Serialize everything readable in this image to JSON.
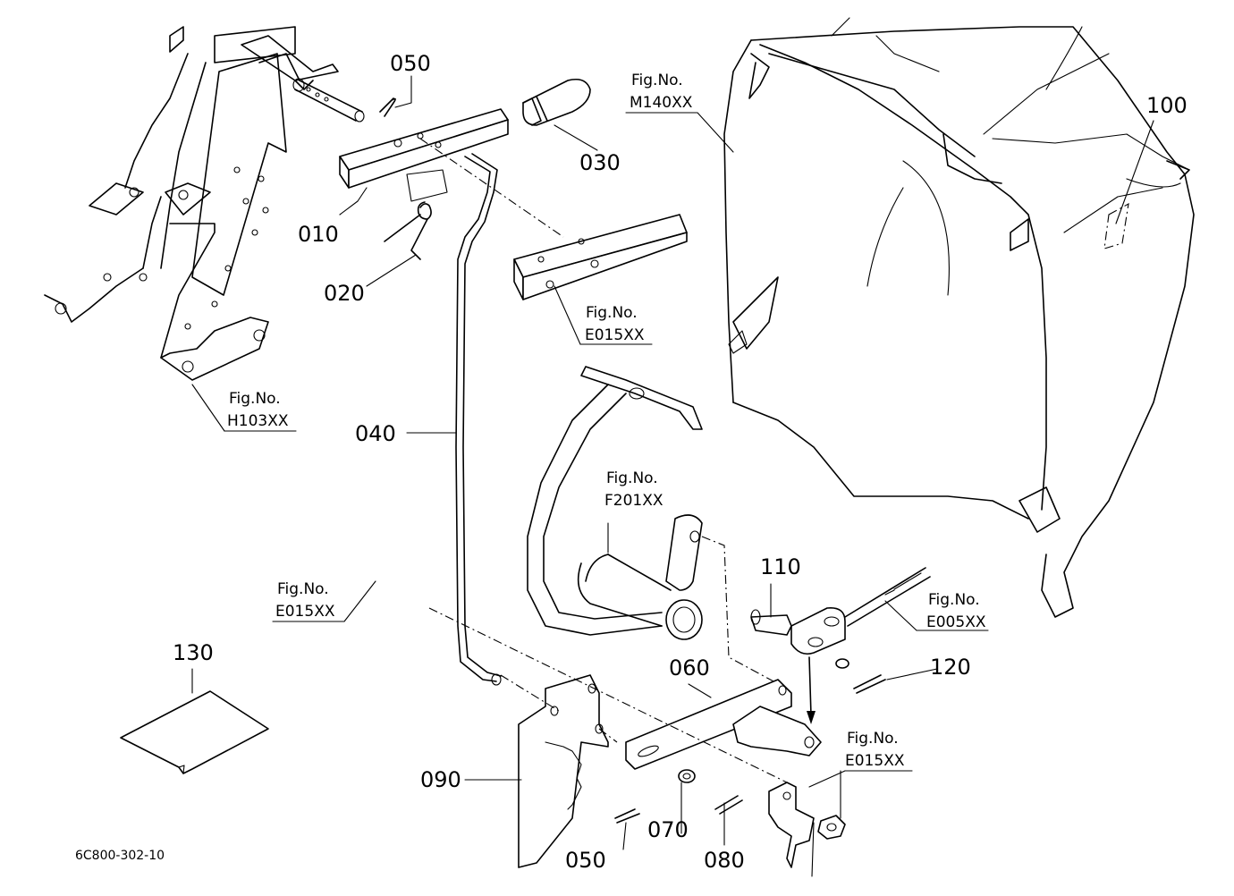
{
  "diagram": {
    "parts": [
      {
        "number": "010"
      },
      {
        "number": "020"
      },
      {
        "number": "030"
      },
      {
        "number": "040"
      },
      {
        "number": "050"
      },
      {
        "number": "050"
      },
      {
        "number": "060"
      },
      {
        "number": "070"
      },
      {
        "number": "080"
      },
      {
        "number": "090"
      },
      {
        "number": "100"
      },
      {
        "number": "110"
      },
      {
        "number": "120"
      },
      {
        "number": "130"
      }
    ],
    "figure_refs": [
      {
        "label": "Fig.No.",
        "code": "M140XX"
      },
      {
        "label": "Fig.No.",
        "code": "E015XX"
      },
      {
        "label": "Fig.No.",
        "code": "H103XX"
      },
      {
        "label": "Fig.No.",
        "code": "F201XX"
      },
      {
        "label": "Fig.No.",
        "code": "E015XX"
      },
      {
        "label": "Fig.No.",
        "code": "E005XX"
      },
      {
        "label": "Fig.No.",
        "code": "E015XX"
      }
    ],
    "drawing_code": "6C800-302-10"
  }
}
